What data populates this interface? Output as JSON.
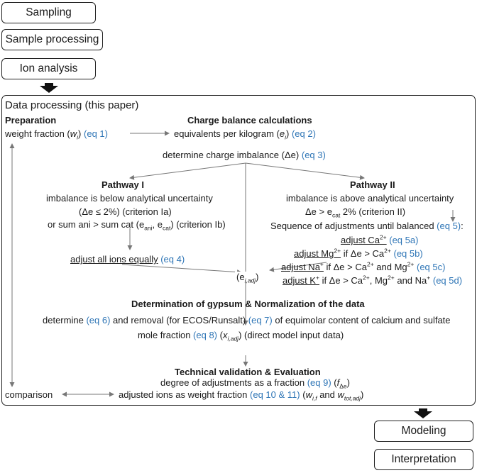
{
  "boxes": {
    "sampling": "Sampling",
    "sample_processing": "Sample processing",
    "ion_analysis": "Ion analysis",
    "modeling": "Modeling",
    "interpretation": "Interpretation"
  },
  "data_processing": {
    "title": "Data processing (this paper)",
    "preparation": "Preparation",
    "weight_fraction": "weight fraction (",
    "weight_fraction_var": "w",
    "weight_fraction_sub": "i",
    "weight_fraction_close": ")",
    "eq1": "(eq 1)",
    "charge_balance": "Charge balance calculations",
    "equivalents": "equivalents per kilogram (",
    "equivalents_var": "e",
    "equivalents_sub": "i",
    "equivalents_close": ")",
    "eq2": "(eq 2)",
    "charge_imbalance": "determine charge imbalance (Δe)",
    "eq3": "(eq 3)"
  },
  "pathway1": {
    "title": "Pathway I",
    "line1": "imbalance is below analytical uncertainty",
    "line2": "(Δe ≤ 2%) (criterion Ia)",
    "line3": "or sum ani > sum cat (e",
    "line3_sub1": "ani",
    "line3_mid": ", e",
    "line3_sub2": "cat",
    "line3_end": ") (criterion Ib)",
    "adjust_all": "adjust all ions equally",
    "eq4": "(eq 4)"
  },
  "pathway2": {
    "title": "Pathway II",
    "line1": "imbalance is above analytical uncertainty",
    "line2_a": "Δe > e",
    "line2_sub": "cat",
    "line2_b": " 2% (criterion II)",
    "sequence": "Sequence of adjustments until balanced",
    "eq5": "(eq 5)",
    "colon": ":",
    "adj_ca": "adjust Ca",
    "adj_ca_sup": "2+",
    "eq5a": "(eq 5a)",
    "adj_mg": "adjust Mg",
    "adj_mg_sup": "2+",
    "adj_mg_cond": " if Δe > Ca",
    "adj_mg_cond_sup": "2+",
    "eq5b": "(eq 5b)",
    "adj_na": "adjust Na",
    "adj_na_sup": "+",
    "adj_na_cond": " if Δe > Ca",
    "adj_na_cond_sup": "2+",
    "adj_na_cond2": " and Mg",
    "adj_na_cond2_sup": "2+",
    "eq5c": "(eq 5c)",
    "adj_k": "adjust K",
    "adj_k_sup": "+",
    "adj_k_cond": " if Δe > Ca",
    "adj_k_cond_sup": "2+",
    "adj_k_cond2": ", Mg",
    "adj_k_cond2_sup": "2+",
    "adj_k_cond3": " and Na",
    "adj_k_cond3_sup": "+",
    "eq5d": "(eq 5d)"
  },
  "merge": {
    "label_open": "(e",
    "label_sub": "i,adj",
    "label_close": ")"
  },
  "gypsum": {
    "title": "Determination of gypsum & Normalization of the data",
    "line1_a": "determine",
    "eq6": "(eq 6)",
    "line1_b": "and removal (for ECOS/Runsalt)",
    "eq7": "(eq 7)",
    "line1_c": "of equimolar content of calcium and sulfate",
    "line2_a": "mole fraction",
    "eq8": "(eq 8)",
    "line2_var": "x",
    "line2_sub": "i,adj",
    "line2_b": "(direct model input data)"
  },
  "validation": {
    "title": "Technical validation & Evaluation",
    "line1": "degree of adjustments as a fraction",
    "eq9": "(eq 9)",
    "line1_var": "f",
    "line1_sub": "Δe",
    "line2": "adjusted ions as weight fraction",
    "eq10": "(eq 10 & 11)",
    "line2_var1": "w",
    "line2_sub1": "i,f",
    "line2_and": " and ",
    "line2_var2": "w",
    "line2_sub2": "tot,adj",
    "comparison": "comparison"
  },
  "colors": {
    "eq": "#2e75b6",
    "line": "#777777",
    "border": "#222222"
  }
}
